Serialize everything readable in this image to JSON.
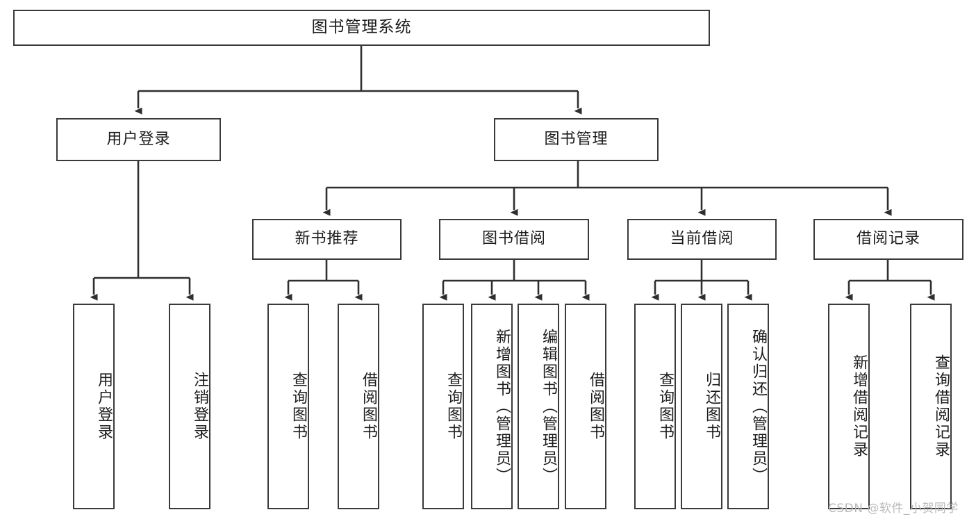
{
  "diagram": {
    "title": "图书管理系统",
    "type": "functional-structure-tree",
    "colors": {
      "box_border": "#3a3a3a",
      "box_fill": "#ffffff",
      "edge": "#2f2f2f",
      "text": "#1b1b1b",
      "watermark": "#b9b9b9"
    },
    "levels": {
      "root": {
        "label": "图书管理系统"
      },
      "level2": [
        {
          "id": "user-login",
          "label": "用户登录"
        },
        {
          "id": "book-manage",
          "label": "图书管理"
        }
      ],
      "level3": [
        {
          "id": "new-book-rec",
          "label": "新书推荐"
        },
        {
          "id": "book-borrow",
          "label": "图书借阅"
        },
        {
          "id": "current-borrow",
          "label": "当前借阅"
        },
        {
          "id": "borrow-record",
          "label": "借阅记录"
        }
      ],
      "leaves": [
        {
          "id": "leaf-user-login",
          "label": "用户登录",
          "parent": "user-login"
        },
        {
          "id": "leaf-logout",
          "label": "注销登录",
          "parent": "user-login"
        },
        {
          "id": "leaf-query-book-1",
          "label": "查询图书",
          "parent": "new-book-rec"
        },
        {
          "id": "leaf-borrow-book-1",
          "label": "借阅图书",
          "parent": "new-book-rec"
        },
        {
          "id": "leaf-query-book-2",
          "label": "查询图书",
          "parent": "book-borrow"
        },
        {
          "id": "leaf-add-book",
          "label": "新增图书（管理员）",
          "parent": "book-borrow"
        },
        {
          "id": "leaf-edit-book",
          "label": "编辑图书（管理员）",
          "parent": "book-borrow"
        },
        {
          "id": "leaf-borrow-book-2",
          "label": "借阅图书",
          "parent": "book-borrow"
        },
        {
          "id": "leaf-query-book-3",
          "label": "查询图书",
          "parent": "current-borrow"
        },
        {
          "id": "leaf-return-book",
          "label": "归还图书",
          "parent": "current-borrow"
        },
        {
          "id": "leaf-confirm-return",
          "label": "确认归还（管理员）",
          "parent": "current-borrow"
        },
        {
          "id": "leaf-add-record",
          "label": "新增借阅记录",
          "parent": "borrow-record"
        },
        {
          "id": "leaf-query-record",
          "label": "查询借阅记录",
          "parent": "borrow-record"
        }
      ]
    },
    "watermark": "CSDN @软件_小贺同学"
  }
}
